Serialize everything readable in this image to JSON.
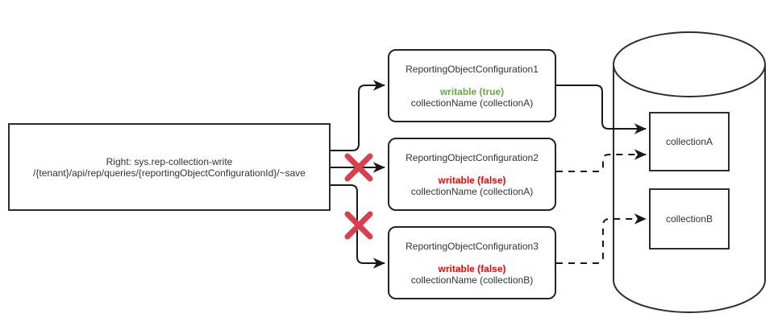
{
  "diagram": {
    "source": {
      "line1": "Right: sys.rep-collection-write",
      "line2": "/{tenant}/api/rep/queries/{reportingObjectConfigurationId}/~save"
    },
    "configurations": [
      {
        "title": "ReportingObjectConfiguration1",
        "writable_label": "writable (true)",
        "writable_state": "true",
        "collection_label": "collectionName (collectionA)"
      },
      {
        "title": "ReportingObjectConfiguration2",
        "writable_label": "writable (false)",
        "writable_state": "false",
        "collection_label": "collectionName (collectionA)"
      },
      {
        "title": "ReportingObjectConfiguration3",
        "writable_label": "writable (false)",
        "writable_state": "false",
        "collection_label": "collectionName (collectionB)"
      }
    ],
    "database": {
      "collections": [
        "collectionA",
        "collectionB"
      ]
    },
    "icons": {
      "blocked": "cross-icon"
    },
    "colors": {
      "writable_true": "#67ab44",
      "writable_false": "#ff0000",
      "cross": "#d84050",
      "stroke": "#191919",
      "shape_border": "#2e2e2e"
    }
  }
}
